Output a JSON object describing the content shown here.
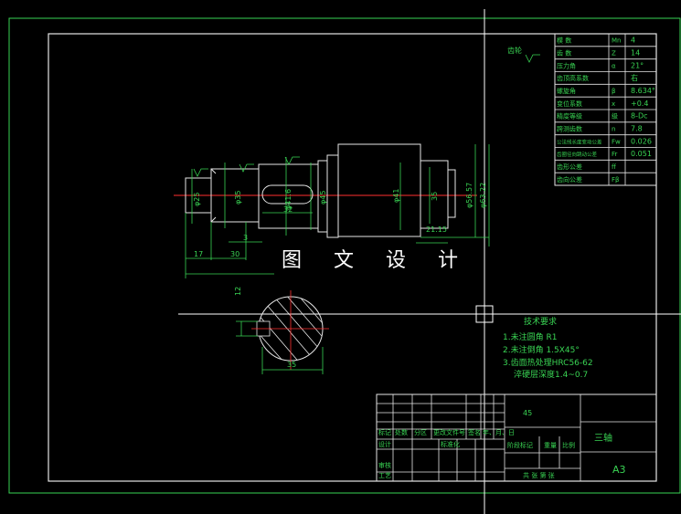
{
  "watermark": "图 文 设 计",
  "gear_table": {
    "side_label": "齿轮",
    "rows": [
      {
        "name": "模 数",
        "sym": "Mn",
        "val": "4"
      },
      {
        "name": "齿 数",
        "sym": "Z",
        "val": "14"
      },
      {
        "name": "压力角",
        "sym": "α",
        "val": "21°"
      },
      {
        "name": "齿顶高系数",
        "sym": "",
        "val": "右"
      },
      {
        "name": "螺旋角",
        "sym": "β",
        "val": "8.634°"
      },
      {
        "name": "变位系数",
        "sym": "x",
        "val": "+0.4"
      },
      {
        "name": "精度等级",
        "sym": "级",
        "val": "8-Dc"
      },
      {
        "name": "跨测齿数",
        "sym": "n",
        "val": "7.8"
      },
      {
        "name": "公法线长度变动公差",
        "sym": "Fw",
        "val": "0.026"
      },
      {
        "name": "齿圈径向跳动公差",
        "sym": "Fr",
        "val": "0.051"
      },
      {
        "name": "齿形公差",
        "sym": "ff",
        "val": ""
      },
      {
        "name": "齿向公差",
        "sym": "Fβ",
        "val": ""
      }
    ]
  },
  "dims": {
    "d25": "φ25",
    "d35": "φ35",
    "d41_6": "φ41.6",
    "d45": "φ45",
    "d41": "φ41",
    "d35b": "35",
    "d56_57": "φ56.57",
    "d63_22": "φ63.22",
    "len32": "32",
    "len3": "3",
    "len17": "17",
    "len30": "30",
    "len21_15": "21.15",
    "sec12": "12",
    "sec35": "35"
  },
  "tech": {
    "title": "技术要求",
    "items": [
      "1.未注圆角 R1",
      "2.未注倒角 1.5X45°",
      "3.齿面热处理HRC56-62",
      "淬硬层深度1.4~0.7"
    ]
  },
  "title_block": {
    "material": "45",
    "part_name": "三轴",
    "sheet": "A3",
    "row_labels": [
      "标记",
      "处数",
      "分区",
      "更改文件号",
      "签名",
      "年、月、日"
    ],
    "design": "设计",
    "standard": "标准化",
    "stage": "阶段标记",
    "weight": "重量",
    "scale": "比例",
    "review": "审核",
    "process": "工艺",
    "sheets": "共  张  第  张"
  }
}
